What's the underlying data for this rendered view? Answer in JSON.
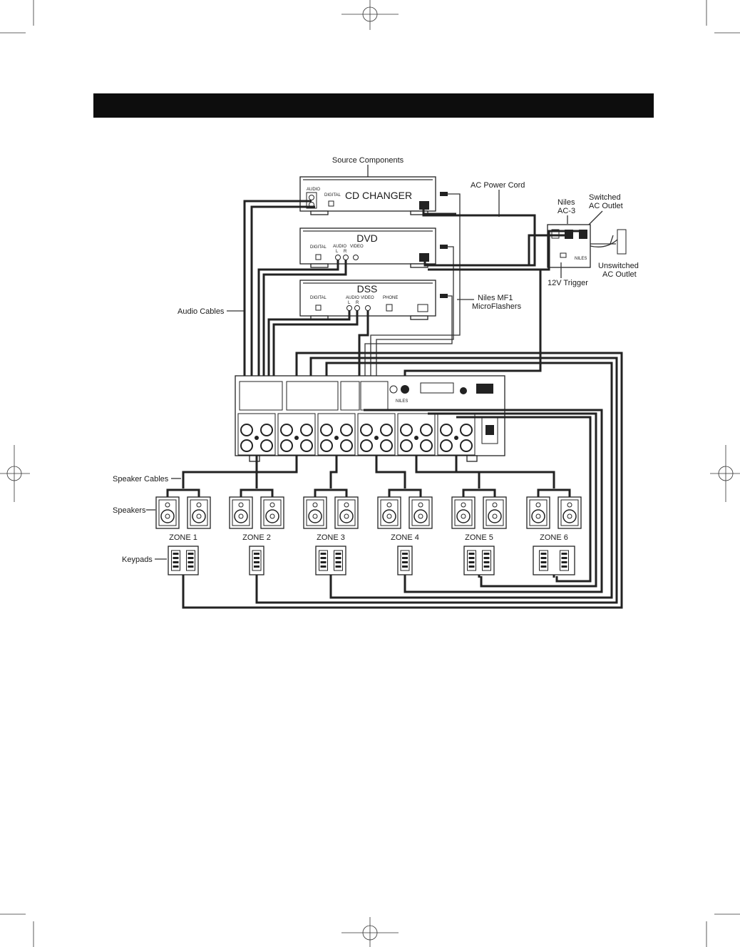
{
  "labels": {
    "source_components": "Source Components",
    "ac_power_cord": "AC Power Cord",
    "niles_ac3_line1": "Niles",
    "niles_ac3_line2": "AC-3",
    "switched_outlet_line1": "Switched",
    "switched_outlet_line2": "AC Outlet",
    "unswitched_outlet_line1": "Unswitched",
    "unswitched_outlet_line2": "AC Outlet",
    "trigger_12v": "12V Trigger",
    "audio_cables": "Audio Cables",
    "niles_mf1_line1": "Niles MF1",
    "niles_mf1_line2": "MicroFlashers",
    "speaker_cables": "Speaker Cables",
    "speakers": "Speakers",
    "keypads": "Keypads"
  },
  "components": {
    "cd_changer": {
      "name": "CD CHANGER",
      "audio": "AUDIO",
      "digital": "DIGITAL"
    },
    "dvd": {
      "name": "DVD",
      "digital": "DIGITAL",
      "audio": "AUDIO",
      "video": "VIDEO",
      "l": "L",
      "r": "R"
    },
    "dss": {
      "name": "DSS",
      "digital": "DIGITAL",
      "audio": "AUDIO",
      "video": "VIDEO",
      "phone": "PHONE",
      "l": "L",
      "r": "R"
    }
  },
  "amplifier": {
    "brand": "NILES"
  },
  "ac3_brand": "NILES",
  "zones": [
    "ZONE 1",
    "ZONE 2",
    "ZONE 3",
    "ZONE 4",
    "ZONE 5",
    "ZONE 6"
  ]
}
